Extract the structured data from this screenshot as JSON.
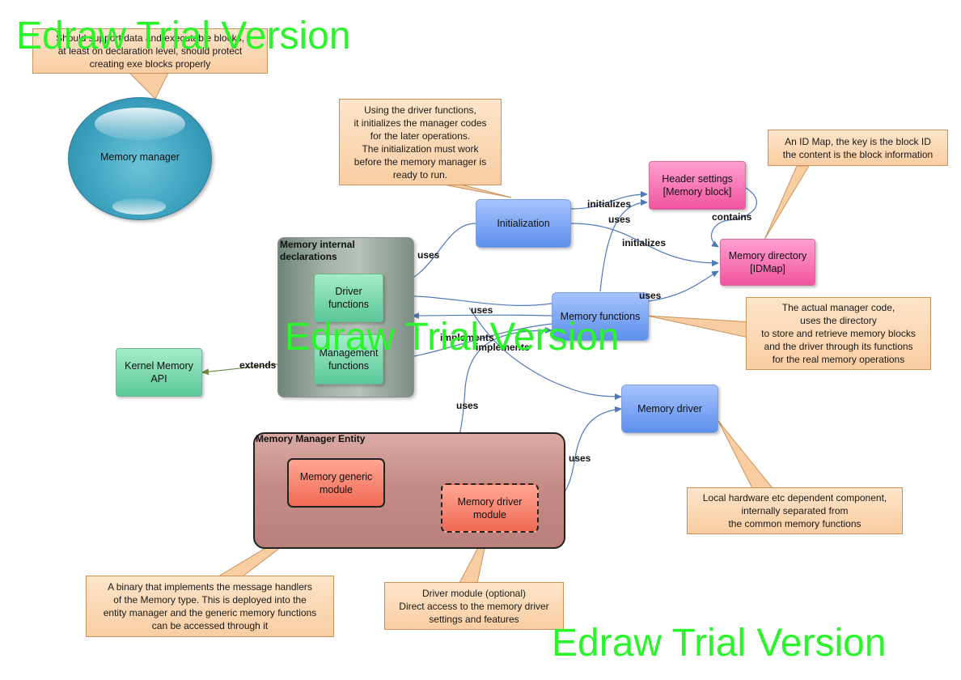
{
  "watermark": "Edraw Trial Version",
  "memory_manager": {
    "label": "Memory manager",
    "callout": "Should support data and executable blocks,\nat least on declaration level, should protect\ncreating exe blocks properly"
  },
  "initialization": {
    "label": "Initialization",
    "callout": "Using the  driver functions,\nit initializes the manager codes\nfor the later operations.\nThe initialization must work\nbefore the memory manager is\nready to run."
  },
  "header_settings": {
    "label": "Header settings\n[Memory block]"
  },
  "memory_directory": {
    "label": "Memory directory\n[IDMap]",
    "callout": "An ID Map, the key is the block ID\nthe content is the block information"
  },
  "internal_declarations": {
    "title": "Memory internal\ndeclarations",
    "driver_functions": "Driver\nfunctions",
    "management_functions": "Management\nfunctions"
  },
  "kernel_api": {
    "label": "Kernel Memory\nAPI"
  },
  "memory_functions": {
    "label": "Memory functions",
    "callout": "The actual manager code,\nuses the directory\nto store and retrieve memory blocks\nand the driver through its functions\nfor the real memory operations"
  },
  "memory_driver": {
    "label": "Memory driver",
    "callout": "Local hardware etc dependent component,\ninternally separated from\nthe common memory functions"
  },
  "entity": {
    "title": "Memory Manager Entity",
    "generic_module": "Memory generic\nmodule",
    "driver_module": "Memory driver\nmodule",
    "generic_callout": "A binary that implements the message handlers\nof the Memory type. This is deployed into the\nentity manager and the generic memory functions\ncan be accessed through it",
    "driver_callout": "Driver module (optional)\nDirect access to the memory driver\nsettings and features"
  },
  "edge_labels": {
    "initializes_1": "initializes",
    "initializes_2": "initializes",
    "uses_init_memdecl": "uses",
    "uses_memfunc_header": "uses",
    "contains": "contains",
    "uses_memfunc_dir": "uses",
    "uses_memfunc_driverfn": "uses",
    "implements_1": "implements",
    "implements_2": "implements",
    "extends": "extends",
    "uses_generic": "uses",
    "uses_drivermodule": "uses"
  }
}
